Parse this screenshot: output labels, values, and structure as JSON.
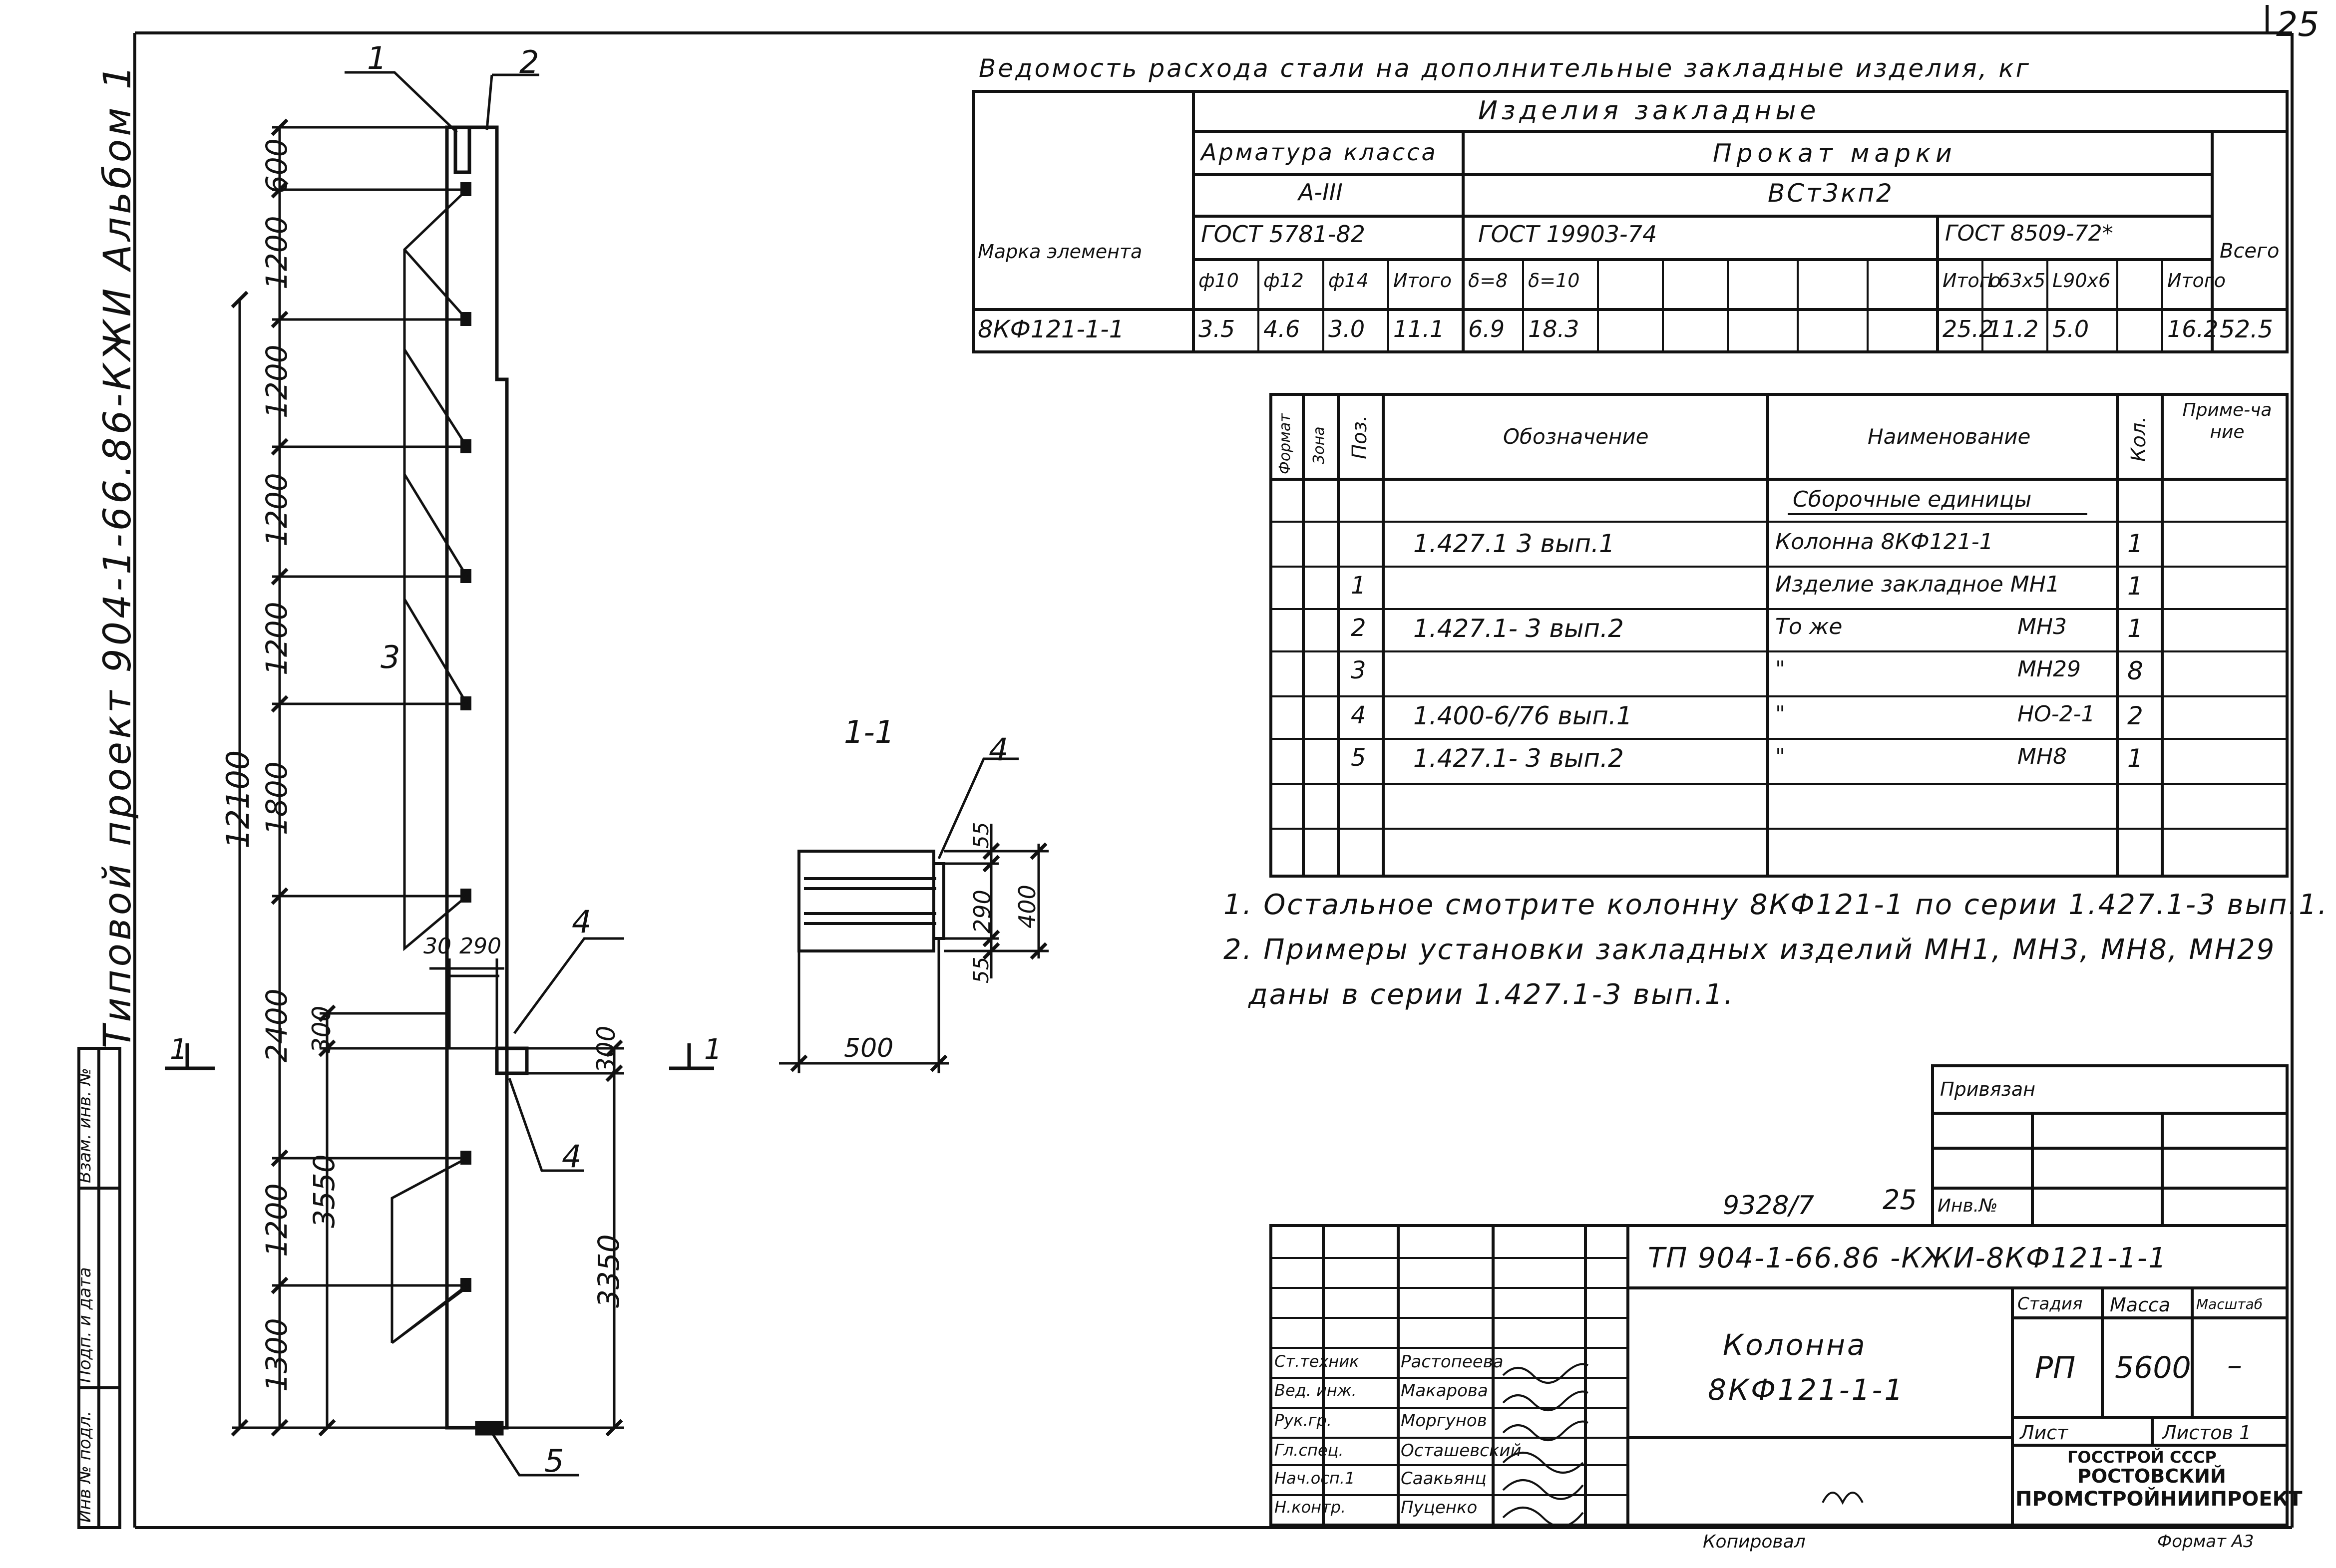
{
  "page_number": "25",
  "side_title": "Типовой проект 904-1-66.86-КЖИ Альбом 1",
  "left_stamp": [
    "Инв № подл.",
    "Подп. и дата",
    "Взам. инв. №"
  ],
  "steel_table": {
    "title": "Ведомость расхода стали на дополнительные закладные изделия, кг",
    "group_header": "Изделия закладные",
    "mark_header": "Марка элемента",
    "rebar_header": "Арматура класса",
    "rebar_class": "А-III",
    "rebar_gost": "ГОСТ 5781-82",
    "rolled_header": "Прокат марки",
    "rolled_grade": "ВСт3кп2",
    "rolled_gost1": "ГОСТ 19903-74",
    "rolled_gost2": "ГОСТ 8509-72*",
    "total_header": "Всего",
    "sub_headers": [
      "ф10",
      "ф12",
      "ф14",
      "Итого",
      "δ=8",
      "δ=10",
      "",
      "",
      "",
      "",
      "",
      "Итого",
      "L63x5",
      "L90x6",
      "",
      "Итого"
    ],
    "row": {
      "mark": "8КФ121-1-1",
      "values": [
        "3.5",
        "4.6",
        "3.0",
        "11.1",
        "6.9",
        "18.3",
        "",
        "",
        "",
        "",
        "",
        "25.2",
        "11.2",
        "5.0",
        "",
        "16.2"
      ],
      "total": "52.5"
    }
  },
  "spec_table": {
    "headers": [
      "Формат",
      "Зона",
      "Поз.",
      "Обозначение",
      "Наименование",
      "Кол.",
      "Приме-чание"
    ],
    "section": "Сборочные единицы",
    "rows": [
      {
        "pos": "",
        "designation": "1.427.1  3 вып.1",
        "name": "Колонна 8КФ121-1",
        "mark": "",
        "qty": "1"
      },
      {
        "pos": "1",
        "designation": "",
        "name": "Изделие закладное МН1",
        "mark": "",
        "qty": "1"
      },
      {
        "pos": "2",
        "designation": "1.427.1- 3 вып.2",
        "name": "То же",
        "mark": "МН3",
        "qty": "1"
      },
      {
        "pos": "3",
        "designation": "",
        "name": "\"",
        "mark": "МН29",
        "qty": "8"
      },
      {
        "pos": "4",
        "designation": "1.400-6/76 вып.1",
        "name": "\"",
        "mark": "НО-2-1",
        "qty": "2"
      },
      {
        "pos": "5",
        "designation": "1.427.1- 3 вып.2",
        "name": "\"",
        "mark": "МН8",
        "qty": "1"
      }
    ]
  },
  "notes": [
    "1. Остальное смотрите колонну 8КФ121-1 по серии 1.427.1-3 вып.1.",
    "2. Примеры установки закладных изделий МН1, МН3, МН8, МН29",
    "даны в серии 1.427.1-3 вып.1."
  ],
  "column_drawing": {
    "callouts": [
      "1",
      "2",
      "3",
      "4",
      "4",
      "5"
    ],
    "left_dims": [
      "600",
      "1200",
      "1200",
      "1200",
      "1200",
      "1800",
      "2400",
      "1200",
      "1300"
    ],
    "overall_dim": "12100",
    "dim_3550": "3550",
    "dim_300_left": "300",
    "dim_300_right": "300",
    "dim_3350": "3350",
    "top_dims": [
      "30",
      "290"
    ],
    "section_mark_left": "1",
    "section_mark_right": "1"
  },
  "section_view": {
    "title": "1-1",
    "callout": "4",
    "dims": [
      "55",
      "290",
      "55",
      "400",
      "500"
    ]
  },
  "title_block": {
    "privyazan": "Привязан",
    "inv_label": "Инв.№",
    "sheet_ref": "9328/7",
    "sheet_ref_num": "25",
    "code": "ТП 904-1-66.86 -КЖИ-8КФ121-1-1",
    "name_line1": "Колонна",
    "name_line2": "8КФ121-1-1",
    "stage_label": "Стадия",
    "mass_label": "Масса",
    "scale_label": "Масштаб",
    "stage": "РП",
    "mass": "5600",
    "scale": "–",
    "sheet_label": "Лист",
    "sheets_label": "Листов 1",
    "org1": "ГОССТРОЙ СССР",
    "org2": "РОСТОВСКИЙ",
    "org3": "ПРОМСТРОЙНИИПРОЕКТ",
    "format": "Формат А3",
    "copied": "Копировал",
    "signatures": [
      {
        "role": "Ст.техник",
        "name": "Растопеева"
      },
      {
        "role": "Вед. инж.",
        "name": "Макарова"
      },
      {
        "role": "Рук.гр.",
        "name": "Моргунов"
      },
      {
        "role": "Гл.спец.",
        "name": "Осташевский"
      },
      {
        "role": "Нач.осп.1",
        "name": "Саакьянц"
      },
      {
        "role": "Н.контр.",
        "name": "Пуценко"
      }
    ]
  }
}
